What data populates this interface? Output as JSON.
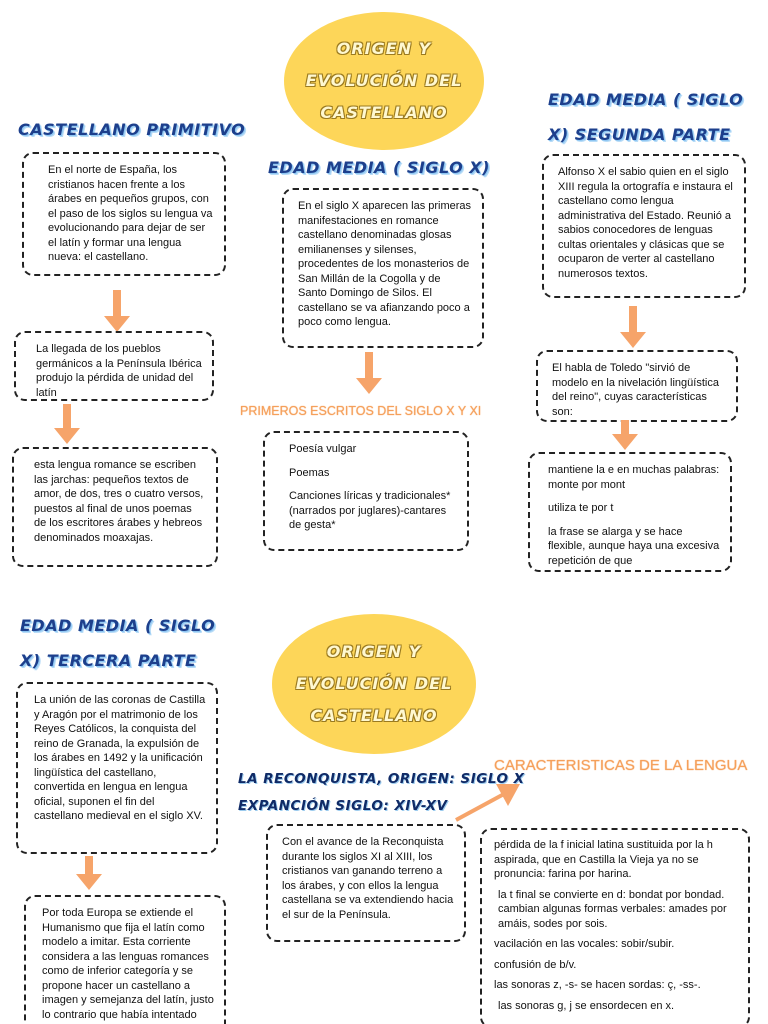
{
  "title_top": "ORIGEN Y\nEVOLUCIÓN DEL\nCASTELLANO",
  "title_bottom": "ORIGEN Y\nEVOLUCIÓN DEL\nCASTELLANO",
  "headings": {
    "primitivo": "CASTELLANO PRIMITIVO",
    "edad_media_x": "EDAD MEDIA ( SIGLO X)",
    "segunda_line1": "EDAD MEDIA ( SIGLO",
    "segunda_line2": "X) SEGUNDA PARTE",
    "primeros_escritos": "PRIMEROS ESCRITOS DEL SIGLO X Y XI",
    "tercera_line1": "EDAD MEDIA ( SIGLO",
    "tercera_line2": "X) TERCERA PARTE",
    "reconquista_line1": "LA RECONQUISTA, ORIGEN: SIGLO X",
    "reconquista_line2": "EXPANCIÓN SIGLO: XIV-XV",
    "caracteristicas": "CARACTERISTICAS DE LA LENGUA"
  },
  "boxes": {
    "primitivo_1": "En el norte de España, los cristianos hacen frente a los árabes en pequeños grupos, con el paso de los siglos su lengua va evolucionando para dejar de ser el latín y formar una lengua nueva: el castellano.",
    "primitivo_2": "La llegada de los pueblos germánicos a la Península Ibérica produjo la pérdida de unidad del latín",
    "primitivo_3": "esta lengua romance se escriben las jarchas: pequeños textos de amor, de dos, tres o cuatro versos, puestos al final de unos poemas de los escritores árabes y hebreos denominados moaxajas.",
    "edad_media_x": "En el siglo X aparecen las primeras manifestaciones en romance castellano denominadas glosas emilianenses y silenses, procedentes de los monasterios de San Millán de la Cogolla y de Santo Domingo de Silos. El castellano se va afianzando poco a poco como lengua.",
    "primeros_escritos": [
      "Poesía vulgar",
      "Poemas",
      "Canciones líricas y tradicionales* (narrados por juglares)-cantares de gesta*"
    ],
    "segunda_1": "Alfonso X el sabio quien en el siglo XIII regula la ortografía e instaura el castellano como lengua administrativa del Estado. Reunió a sabios conocedores de lenguas cultas orientales y clásicas que se ocuparon de verter al castellano numerosos textos.",
    "segunda_2": "El habla de Toledo \"sirvió de modelo en la nivelación lingüística del reino\", cuyas características son:",
    "segunda_3": [
      "mantiene la e en muchas palabras: monte por mont",
      "utiliza te por t",
      "la frase se alarga y se hace flexible, aunque haya una excesiva repetición de que"
    ],
    "tercera_1": "La unión de las coronas de Castilla y Aragón por el matrimonio de los Reyes Católicos, la conquista del reino de Granada, la expulsión de los árabes en 1492 y la unificación lingüística del castellano, convertida en lengua en lengua oficial, suponen el fin del castellano medieval en el siglo XV.",
    "tercera_2": "Por toda Europa se extiende el Humanismo que fija el latín como modelo a imitar. Esta corriente considera a las lenguas romances como de inferior categoría y se propone hacer un castellano a imagen y semejanza del latín, justo lo contrario que había intentado",
    "reconquista": "Con el avance de la Reconquista durante los siglos XI al XIII, los cristianos van ganando terreno a los árabes, y con ellos la lengua castellana se va extendiendo hacia el sur de la Península.",
    "caracteristicas": [
      "pérdida de la f inicial latina sustituida por la h aspirada, que en Castilla la Vieja ya no se pronuncia: farina por harina.",
      "la t final se convierte en d: bondat por bondad. cambian algunas formas verbales: amades por amáis, sodes por sois.",
      "vacilación en las vocales: sobir/subir.",
      "confusión de b/v.",
      "las sonoras z, -s- se hacen sordas: ç, -ss-.",
      "las sonoras g, j se ensordecen en x."
    ]
  },
  "colors": {
    "ellipse": "#fdd659",
    "arrow": "#f6a46a",
    "heading": "#1d3f8c",
    "orange_title": "#f5a05b"
  }
}
